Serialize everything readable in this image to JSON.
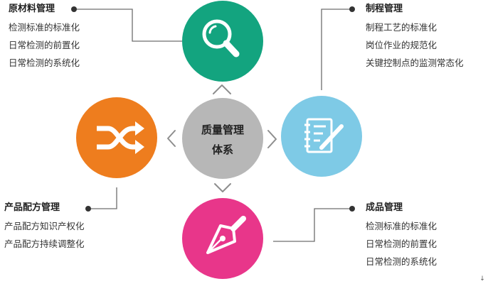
{
  "center": {
    "line1": "质量管理",
    "line2": "体系"
  },
  "modules": {
    "raw_material": {
      "title": "原材料管理",
      "items": [
        "检测标准的标准化",
        "日常检测的前置化",
        "日常检测的系统化"
      ],
      "color": "#13a47f",
      "icon": "search-icon"
    },
    "process": {
      "title": "制程管理",
      "items": [
        "制程工艺的标准化",
        "岗位作业的规范化",
        "关键控制点的监测常态化"
      ],
      "color": "#7ecae6",
      "icon": "notepad-pen-icon"
    },
    "formula": {
      "title": "产品配方管理",
      "items": [
        "产品配方知识产权化",
        "产品配方持续调整化"
      ],
      "color": "#ee7d1e",
      "icon": "shuffle-icon"
    },
    "finished": {
      "title": "成品管理",
      "items": [
        "检测标准的标准化",
        "日常检测的前置化",
        "日常检测的系统化"
      ],
      "color": "#e8368a",
      "icon": "fountain-pen-icon"
    }
  },
  "colors": {
    "center": "#b7b7b7",
    "connector": "#6d6d6d",
    "chevron": "#8e8e8e"
  }
}
